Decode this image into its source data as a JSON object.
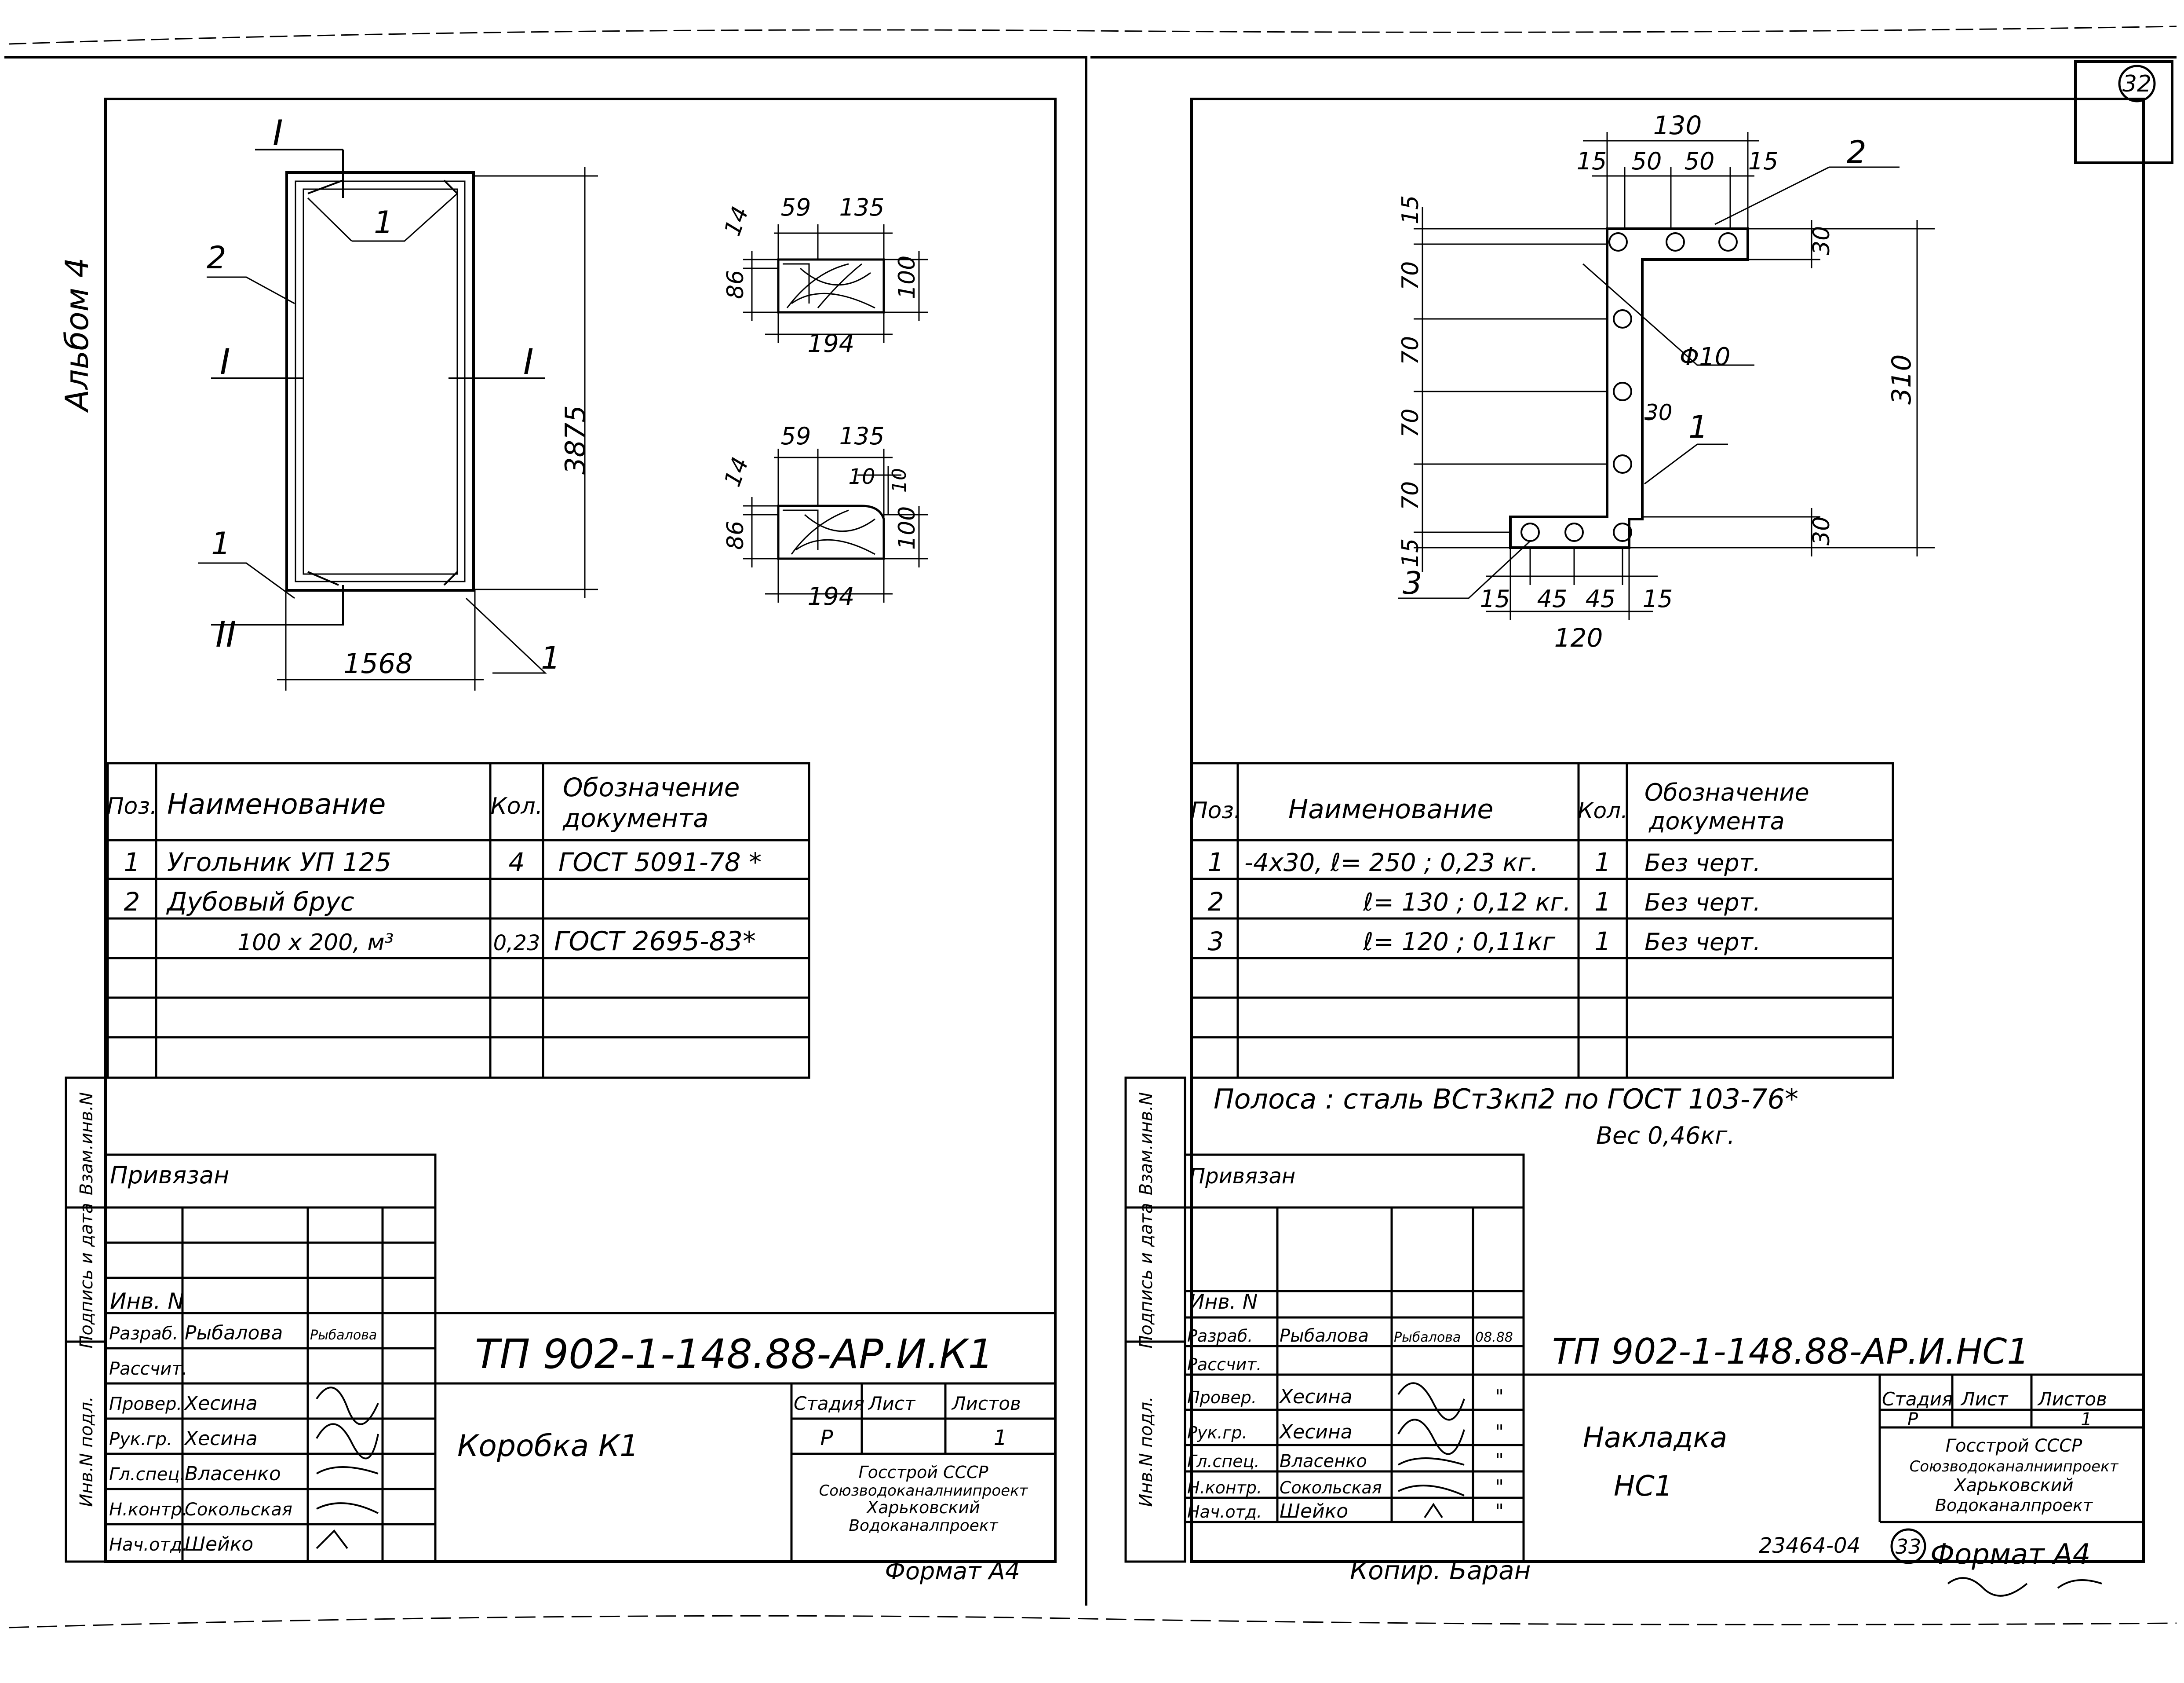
{
  "sheet_number": "32",
  "left": {
    "album": "Альбом 4",
    "drawing": {
      "sections": [
        "I",
        "I",
        "I",
        "II"
      ],
      "callouts": [
        "1",
        "2",
        "1",
        "1"
      ],
      "dims": {
        "height": "3875",
        "width": "1568"
      },
      "section_I": {
        "top": [
          "59",
          "135"
        ],
        "h14": "14",
        "h86": "86",
        "h100": "100",
        "bottom": "194"
      },
      "section_II": {
        "top": [
          "59",
          "135"
        ],
        "d10a": "10",
        "d10b": "10",
        "h14": "14",
        "h86": "86",
        "h100": "100",
        "bottom": "194"
      }
    },
    "spec": {
      "headers": {
        "pos": "Поз.",
        "name": "Наименование",
        "qty": "Кол.",
        "doc_l1": "Обозначение",
        "doc_l2": "документа"
      },
      "rows": [
        {
          "pos": "1",
          "name": "Угольник УП 125",
          "qty": "4",
          "doc": "ГОСТ 5091-78 *"
        },
        {
          "pos": "2",
          "name": "Дубовый брус",
          "qty": "",
          "doc": ""
        },
        {
          "pos": "",
          "name": "100 x 200, м³",
          "qty": "0,23",
          "doc": "ГОСТ 2695-83*"
        }
      ]
    },
    "stamp": {
      "side_labels": [
        "Взам.инв.N",
        "Подпись и дата",
        "Инв.N подл."
      ],
      "privyazan": "Привязан",
      "inv": "Инв. N",
      "roles": [
        {
          "role": "Разраб.",
          "name": "Рыбалова",
          "sign": "Рыбалова"
        },
        {
          "role": "Рассчит.",
          "name": "",
          "sign": ""
        },
        {
          "role": "Провер.",
          "name": "Хесина",
          "sign": ""
        },
        {
          "role": "Рук.гр.",
          "name": "Хесина",
          "sign": ""
        },
        {
          "role": "Гл.спец.",
          "name": "Власенко",
          "sign": ""
        },
        {
          "role": "Н.контр.",
          "name": "Сокольская",
          "sign": ""
        },
        {
          "role": "Нач.отд.",
          "name": "Шейко",
          "sign": ""
        }
      ],
      "code": "ТП 902-1-148.88-АР.И.К1",
      "title": "Коробка К1",
      "stage_label": "Стадия",
      "sheet_label": "Лист",
      "sheets_label": "Листов",
      "stage": "Р",
      "sheets": "1",
      "org_l1": "Госстрой СССР",
      "org_l2": "Союзводоканалниипроект",
      "org_l3": "Харьковский",
      "org_l4": "Водоканалпроект"
    },
    "format": "Формат А4"
  },
  "right": {
    "drawing": {
      "top": {
        "total": "130",
        "parts": [
          "15",
          "50",
          "50",
          "15"
        ]
      },
      "bottom": {
        "total": "120",
        "parts": [
          "15",
          "45",
          "45",
          "15"
        ]
      },
      "left_dims": [
        "15",
        "70",
        "70",
        "70",
        "70",
        "15"
      ],
      "right_dims": [
        "30",
        "310",
        "30"
      ],
      "hole": "Φ10",
      "inner": "30",
      "callouts": [
        "2",
        "1",
        "3"
      ]
    },
    "spec": {
      "headers": {
        "pos": "Поз.",
        "name": "Наименование",
        "qty": "Кол.",
        "doc_l1": "Обозначение",
        "doc_l2": "документа"
      },
      "rows": [
        {
          "pos": "1",
          "name": "-4x30, ℓ= 250 ; 0,23 кг.",
          "qty": "1",
          "doc": "Без черт."
        },
        {
          "pos": "2",
          "name": "ℓ= 130 ; 0,12 кг.",
          "qty": "1",
          "doc": "Без черт."
        },
        {
          "pos": "3",
          "name": "ℓ= 120 ; 0,11кг",
          "qty": "1",
          "doc": "Без черт."
        }
      ]
    },
    "note_l1": "Полоса : сталь ВСт3кп2 по ГОСТ 103-76*",
    "note_l2": "Вес 0,46кг.",
    "stamp": {
      "side_labels": [
        "Взам.инв.N",
        "Подпись и дата",
        "Инв.N подл."
      ],
      "privyazan": "Привязан",
      "inv": "Инв. N",
      "roles": [
        {
          "role": "Разраб.",
          "name": "Рыбалова",
          "sign": "Рыбалова",
          "date": "08.88"
        },
        {
          "role": "Рассчит.",
          "name": "",
          "sign": "",
          "date": ""
        },
        {
          "role": "Провер.",
          "name": "Хесина",
          "sign": "",
          "date": "\""
        },
        {
          "role": "Рук.гр.",
          "name": "Хесина",
          "sign": "",
          "date": "\""
        },
        {
          "role": "Гл.спец.",
          "name": "Власенко",
          "sign": "",
          "date": "\""
        },
        {
          "role": "Н.контр.",
          "name": "Сокольская",
          "sign": "",
          "date": "\""
        },
        {
          "role": "Нач.отд.",
          "name": "Шейко",
          "sign": "",
          "date": "\""
        }
      ],
      "code": "ТП 902-1-148.88-АР.И.НС1",
      "title_l1": "Накладка",
      "title_l2": "НС1",
      "stage_label": "Стадия",
      "sheet_label": "Лист",
      "sheets_label": "Листов",
      "stage": "Р",
      "sheets": "1",
      "org_l1": "Госстрой СССР",
      "org_l2": "Союзводоканалниипроект",
      "org_l3": "Харьковский",
      "org_l4": "Водоканалпроект"
    },
    "copier": "Копир. Баран",
    "archive_no": "23464-04",
    "page_circle": "33",
    "format": "Формат А4"
  }
}
